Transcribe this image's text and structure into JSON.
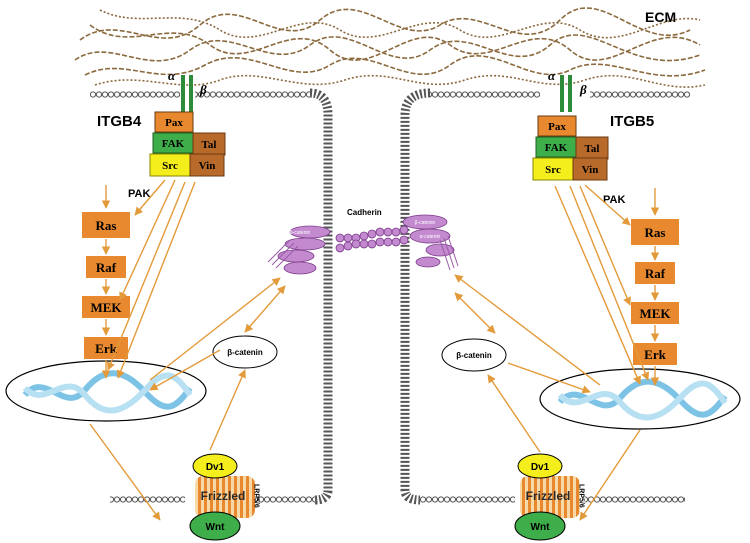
{
  "labels": {
    "ecm": "ECM",
    "itgb_left": "ITGB4",
    "itgb_right": "ITGB5",
    "alpha": "α",
    "beta": "β",
    "cadherin": "Cadherin",
    "pak": "PAK",
    "beta_catenin": "β-catenin",
    "frizzled": "Frizzled",
    "lrp": "LRP5/6",
    "dv1": "Dv1",
    "wnt": "Wnt",
    "catenin_small": "β-catenin",
    "alpha_catenin_small": "α-catenin"
  },
  "focal_adhesion": {
    "pax": "Pax",
    "fak": "FAK",
    "tal": "Tal",
    "src": "Src",
    "vin": "Vin"
  },
  "cascade": [
    "Ras",
    "Raf",
    "MEK",
    "Erk"
  ],
  "colors": {
    "orange_box": "#e8892f",
    "dark_orange_box": "#b86a2a",
    "green_box": "#3dae49",
    "yellow_box": "#f4ef1c",
    "arrow": "#e39a3a",
    "membrane": "#555555",
    "ecm": "#8b6a3e",
    "cadherin": "#b35ec2",
    "integrin": "#2e8b3a",
    "dna": "#7cc3e6"
  }
}
